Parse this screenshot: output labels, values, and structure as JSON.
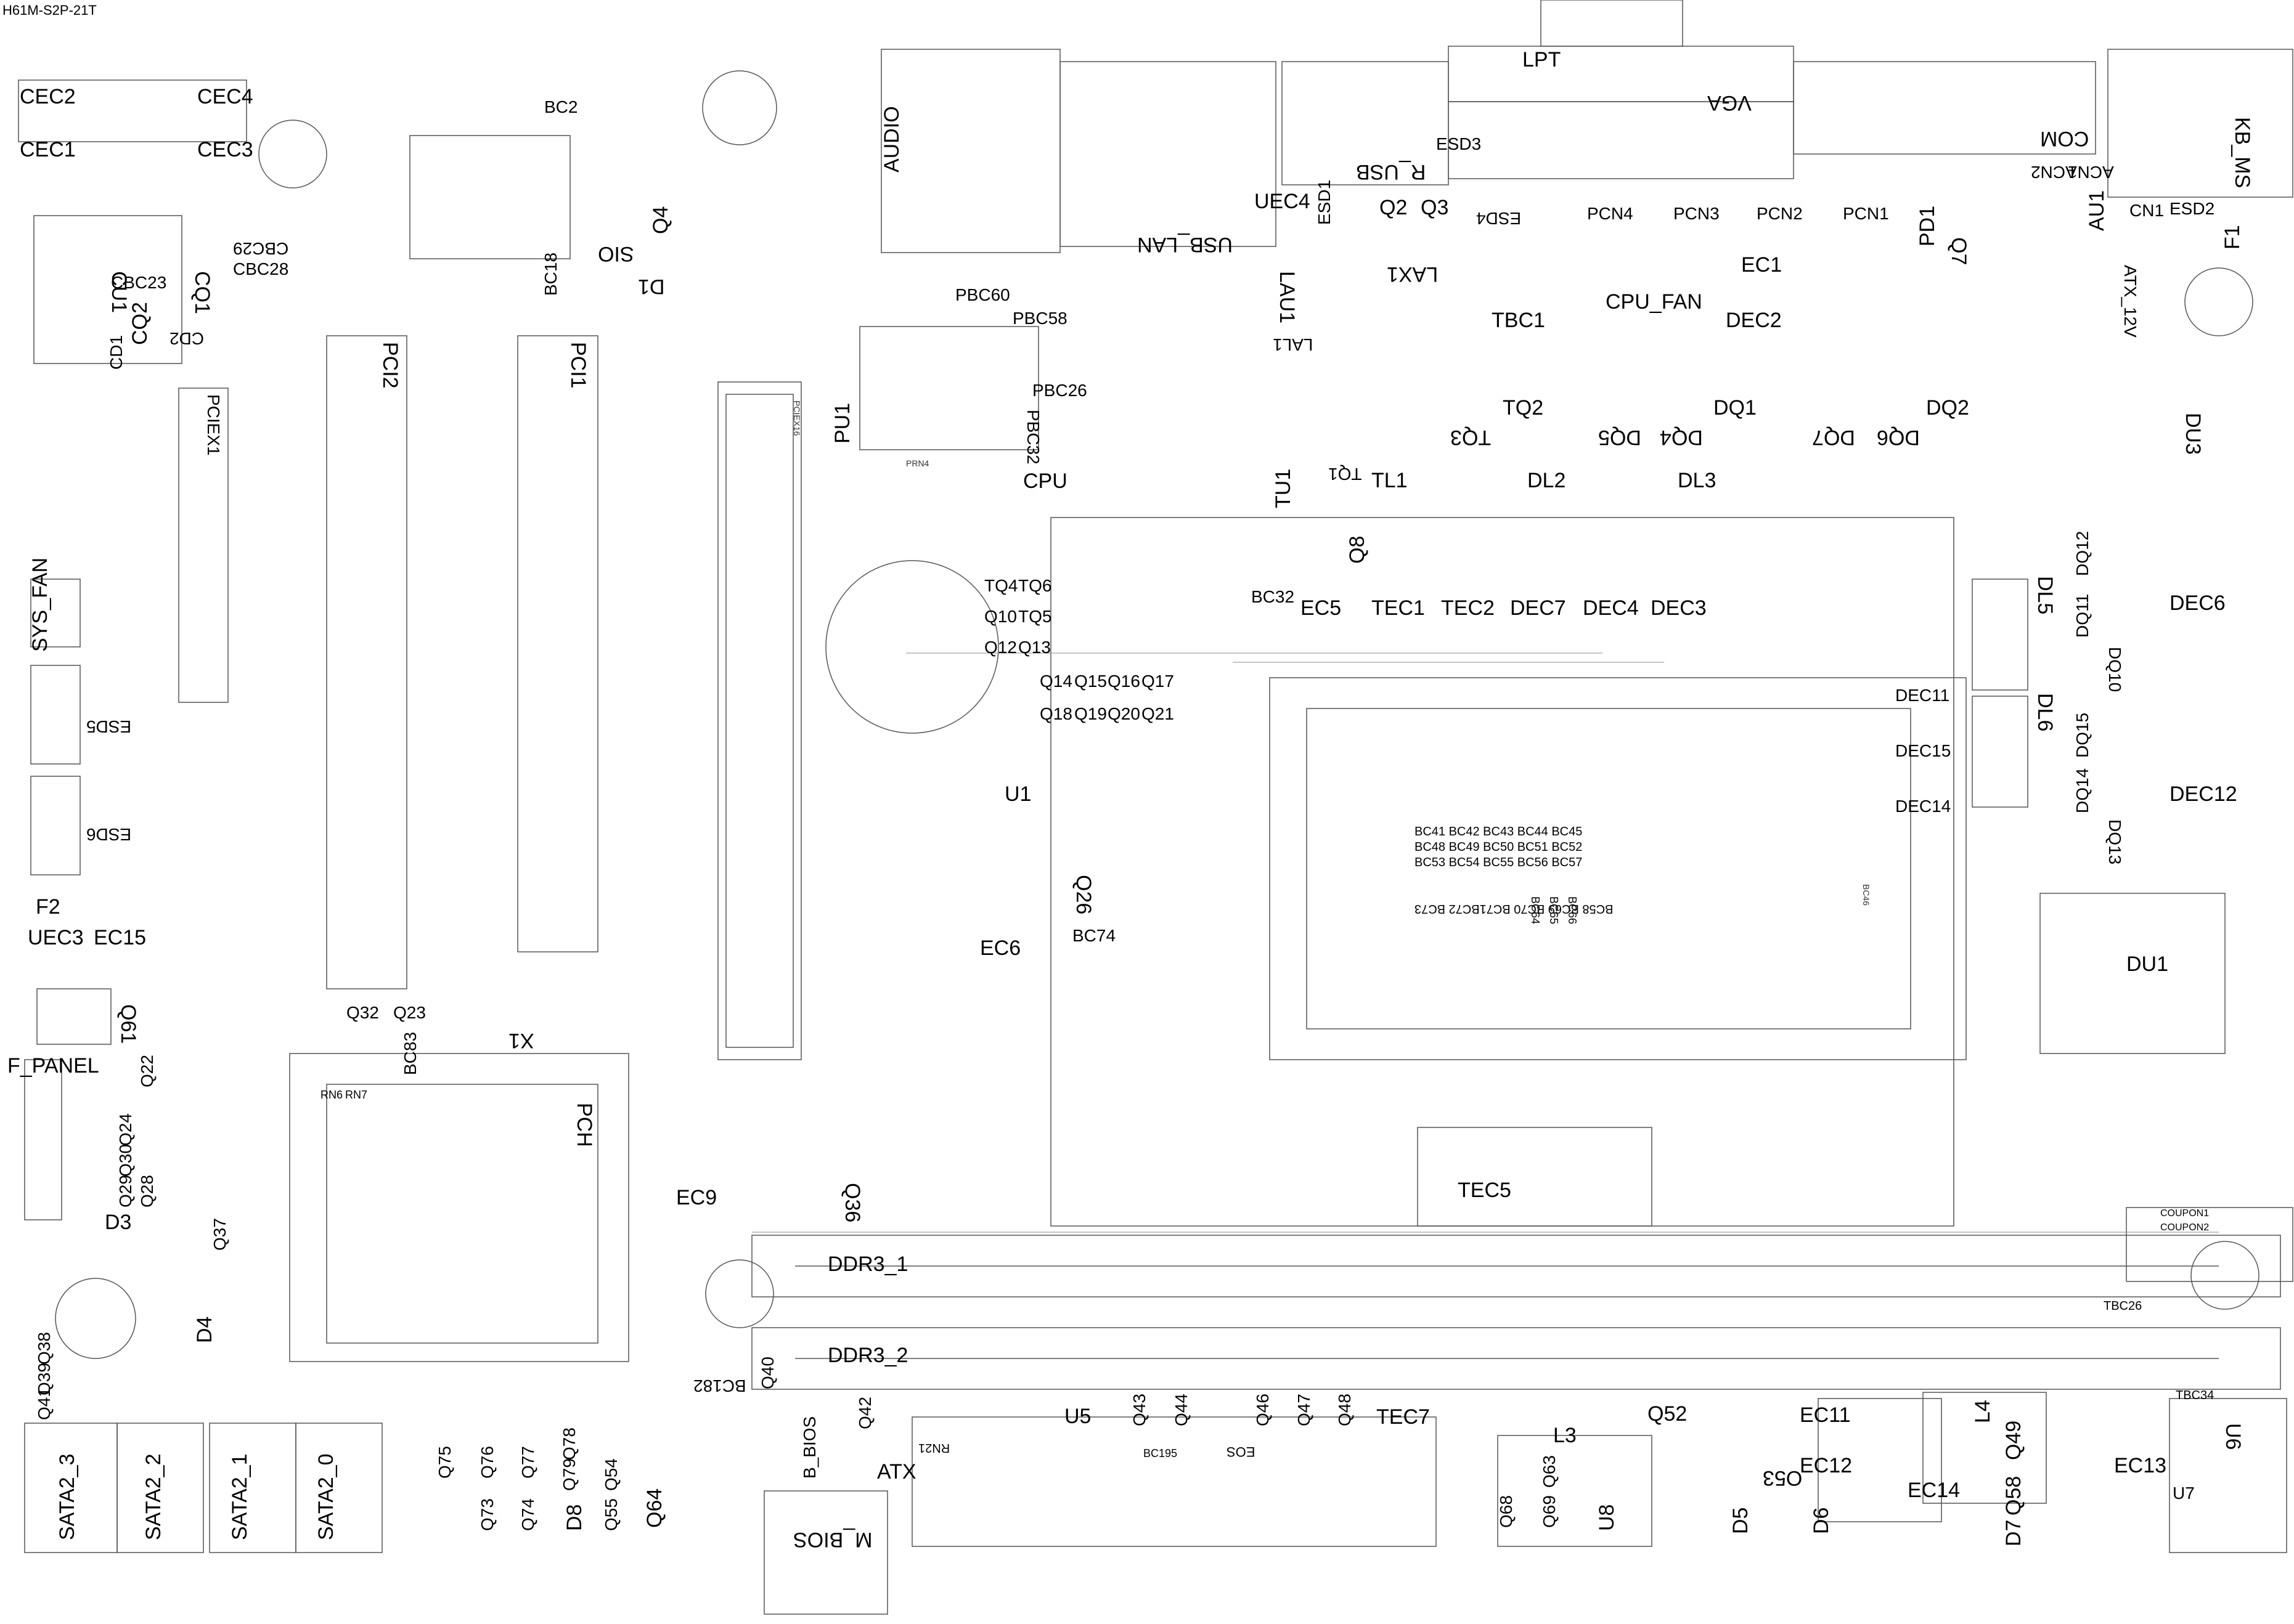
{
  "header": {
    "board_model": "H61M-S2P-21T"
  },
  "colors": {
    "outline": "#555555",
    "text": "#000000",
    "background": "#ffffff"
  },
  "labels": {
    "lpt": "LPT",
    "vga": "VGA",
    "kb_ms": "KB_MS",
    "com": "COM",
    "audio": "AUDIO",
    "cec2": "CEC2",
    "cec4": "CEC4",
    "cec1": "CEC1",
    "cec3": "CEC3",
    "cu1": "CU1",
    "cbc23": "CBC23",
    "cq1": "CQ1",
    "cq2": "CQ2",
    "cd1": "CD1",
    "cd2": "CD2",
    "cbc28": "CBC28",
    "cbc29": "CBC29",
    "bc2": "BC2",
    "q4": "Q4",
    "sio": "SIO",
    "d1": "D1",
    "bc18": "BC18",
    "pci2": "PCI2",
    "pci1": "PCI1",
    "pciex1": "PCIEX1",
    "pciex16": "PCIEX16",
    "pbc60": "PBC60",
    "pbc58": "PBC58",
    "pbc26": "PBC26",
    "pbc32": "PBC32",
    "pu1": "PU1",
    "prn4": "PRN4",
    "cpu": "CPU",
    "uec4": "UEC4",
    "usb_lan": "USB_LAN",
    "r_usb": "R_USB",
    "esd3": "ESD3",
    "esd4": "ESD4",
    "esd1": "ESD1",
    "q2": "Q2",
    "q3": "Q3",
    "lau1": "LAU1",
    "lax1": "LAX1",
    "lal1": "LAL1",
    "pcn4": "PCN4",
    "pcn3": "PCN3",
    "pcn2": "PCN2",
    "pcn1": "PCN1",
    "pd1": "PD1",
    "q7": "Q7",
    "acn2": "ACN2",
    "acn1": "ACN1",
    "au1": "AU1",
    "cn1": "CN1",
    "esd2": "ESD2",
    "f1": "F1",
    "atx_12v": "ATX_12V",
    "ec1": "EC1",
    "tbc1": "TBC1",
    "cpu_fan": "CPU_FAN",
    "dec2": "DEC2",
    "tq2": "TQ2",
    "tq3": "TQ3",
    "dq5": "DQ5",
    "dq4": "DQ4",
    "dq1": "DQ1",
    "dq7": "DQ7",
    "dq6": "DQ6",
    "dq2": "DQ2",
    "du3": "DU3",
    "tu1": "TU1",
    "tl1": "TL1",
    "tq1": "TQ1",
    "dl2": "DL2",
    "dl3": "DL3",
    "q8": "Q8",
    "bc32": "BC32",
    "ec5": "EC5",
    "tec1": "TEC1",
    "tec2": "TEC2",
    "dec7": "DEC7",
    "dec4": "DEC4",
    "dec3": "DEC3",
    "tq4": "TQ4",
    "tq6": "TQ6",
    "q10": "Q10",
    "tq5": "TQ5",
    "q12": "Q12",
    "q13": "Q13",
    "q14": "Q14",
    "q15": "Q15",
    "q16": "Q16",
    "q17": "Q17",
    "q18": "Q18",
    "q19": "Q19",
    "q20": "Q20",
    "q21": "Q21",
    "u1": "U1",
    "q26": "Q26",
    "bc74": "BC74",
    "ec6": "EC6",
    "dl5": "DL5",
    "dl6": "DL6",
    "dq12": "DQ12",
    "dq11": "DQ11",
    "dq10": "DQ10",
    "dq15": "DQ15",
    "dq14": "DQ14",
    "dq13": "DQ13",
    "dec6": "DEC6",
    "dec11": "DEC11",
    "dec15": "DEC15",
    "dec14": "DEC14",
    "dec12": "DEC12",
    "du1": "DU1",
    "bc46": "BC46",
    "bc_row1": "BC41  BC42  BC43 BC44  BC45",
    "bc_row2": "BC48  BC49  BC50  BC51  BC52",
    "bc_row3": "BC53  BC54  BC55  BC56  BC57",
    "bc_row4": "BC58   BC69  BC70  BC71BC72  BC73",
    "bc64": "BC64",
    "bc65": "BC65",
    "bc66": "BC66",
    "sys_fan": "SYS_FAN",
    "esd5": "ESD5",
    "esd6": "ESD6",
    "f2": "F2",
    "uec3": "UEC3",
    "ec15": "EC15",
    "q61": "Q61",
    "f_panel": "F_PANEL",
    "q22": "Q22",
    "q24": "Q24",
    "q30": "Q30",
    "q29": "Q29",
    "q28": "Q28",
    "d3": "D3",
    "q32": "Q32",
    "q23": "Q23",
    "x1": "X1",
    "rn6": "RN6",
    "rn7": "RN7",
    "bc83": "BC83",
    "pch": "PCH",
    "ec9": "EC9",
    "q36": "Q36",
    "q37": "Q37",
    "d4": "D4",
    "q38": "Q38",
    "q39": "Q39",
    "q41": "Q41",
    "sata2_3": "SATA2_3",
    "sata2_2": "SATA2_2",
    "sata2_1": "SATA2_1",
    "sata2_0": "SATA2_0",
    "ddr3_1": "DDR3_1",
    "ddr3_2": "DDR3_2",
    "tec5": "TEC5",
    "tbc26": "TBC26",
    "coupon1": "COUPON1",
    "coupon2": "COUPON2",
    "bc182": "BC182",
    "q40": "Q40",
    "b_bios": "B_BIOS",
    "q42": "Q42",
    "atx": "ATX",
    "m_bios": "M_BIOS",
    "rn21": "RN21",
    "u5": "U5",
    "q43": "Q43",
    "q44": "Q44",
    "q46": "Q46",
    "q47": "Q47",
    "q48": "Q48",
    "tec7": "TEC7",
    "eos": "EOS",
    "bc195": "BC195",
    "l3": "L3",
    "q52": "Q52",
    "u8": "U8",
    "q68": "Q68",
    "q69": "Q69",
    "q63": "Q63",
    "ec11": "EC11",
    "ec12": "EC12",
    "o53": "O53",
    "d5": "D5",
    "d6": "D6",
    "ec14": "EC14",
    "l4": "L4",
    "q49": "Q49",
    "q58": "Q58",
    "d7": "D7",
    "ec13": "EC13",
    "u6": "U6",
    "u7": "U7",
    "tbc34": "TBC34",
    "q75": "Q75",
    "q76": "Q76",
    "q77": "Q77",
    "q73": "Q73",
    "q74": "Q74",
    "q78": "Q78",
    "q79": "Q79",
    "q54": "Q54",
    "q55": "Q55",
    "d8": "D8",
    "q64": "Q64"
  }
}
